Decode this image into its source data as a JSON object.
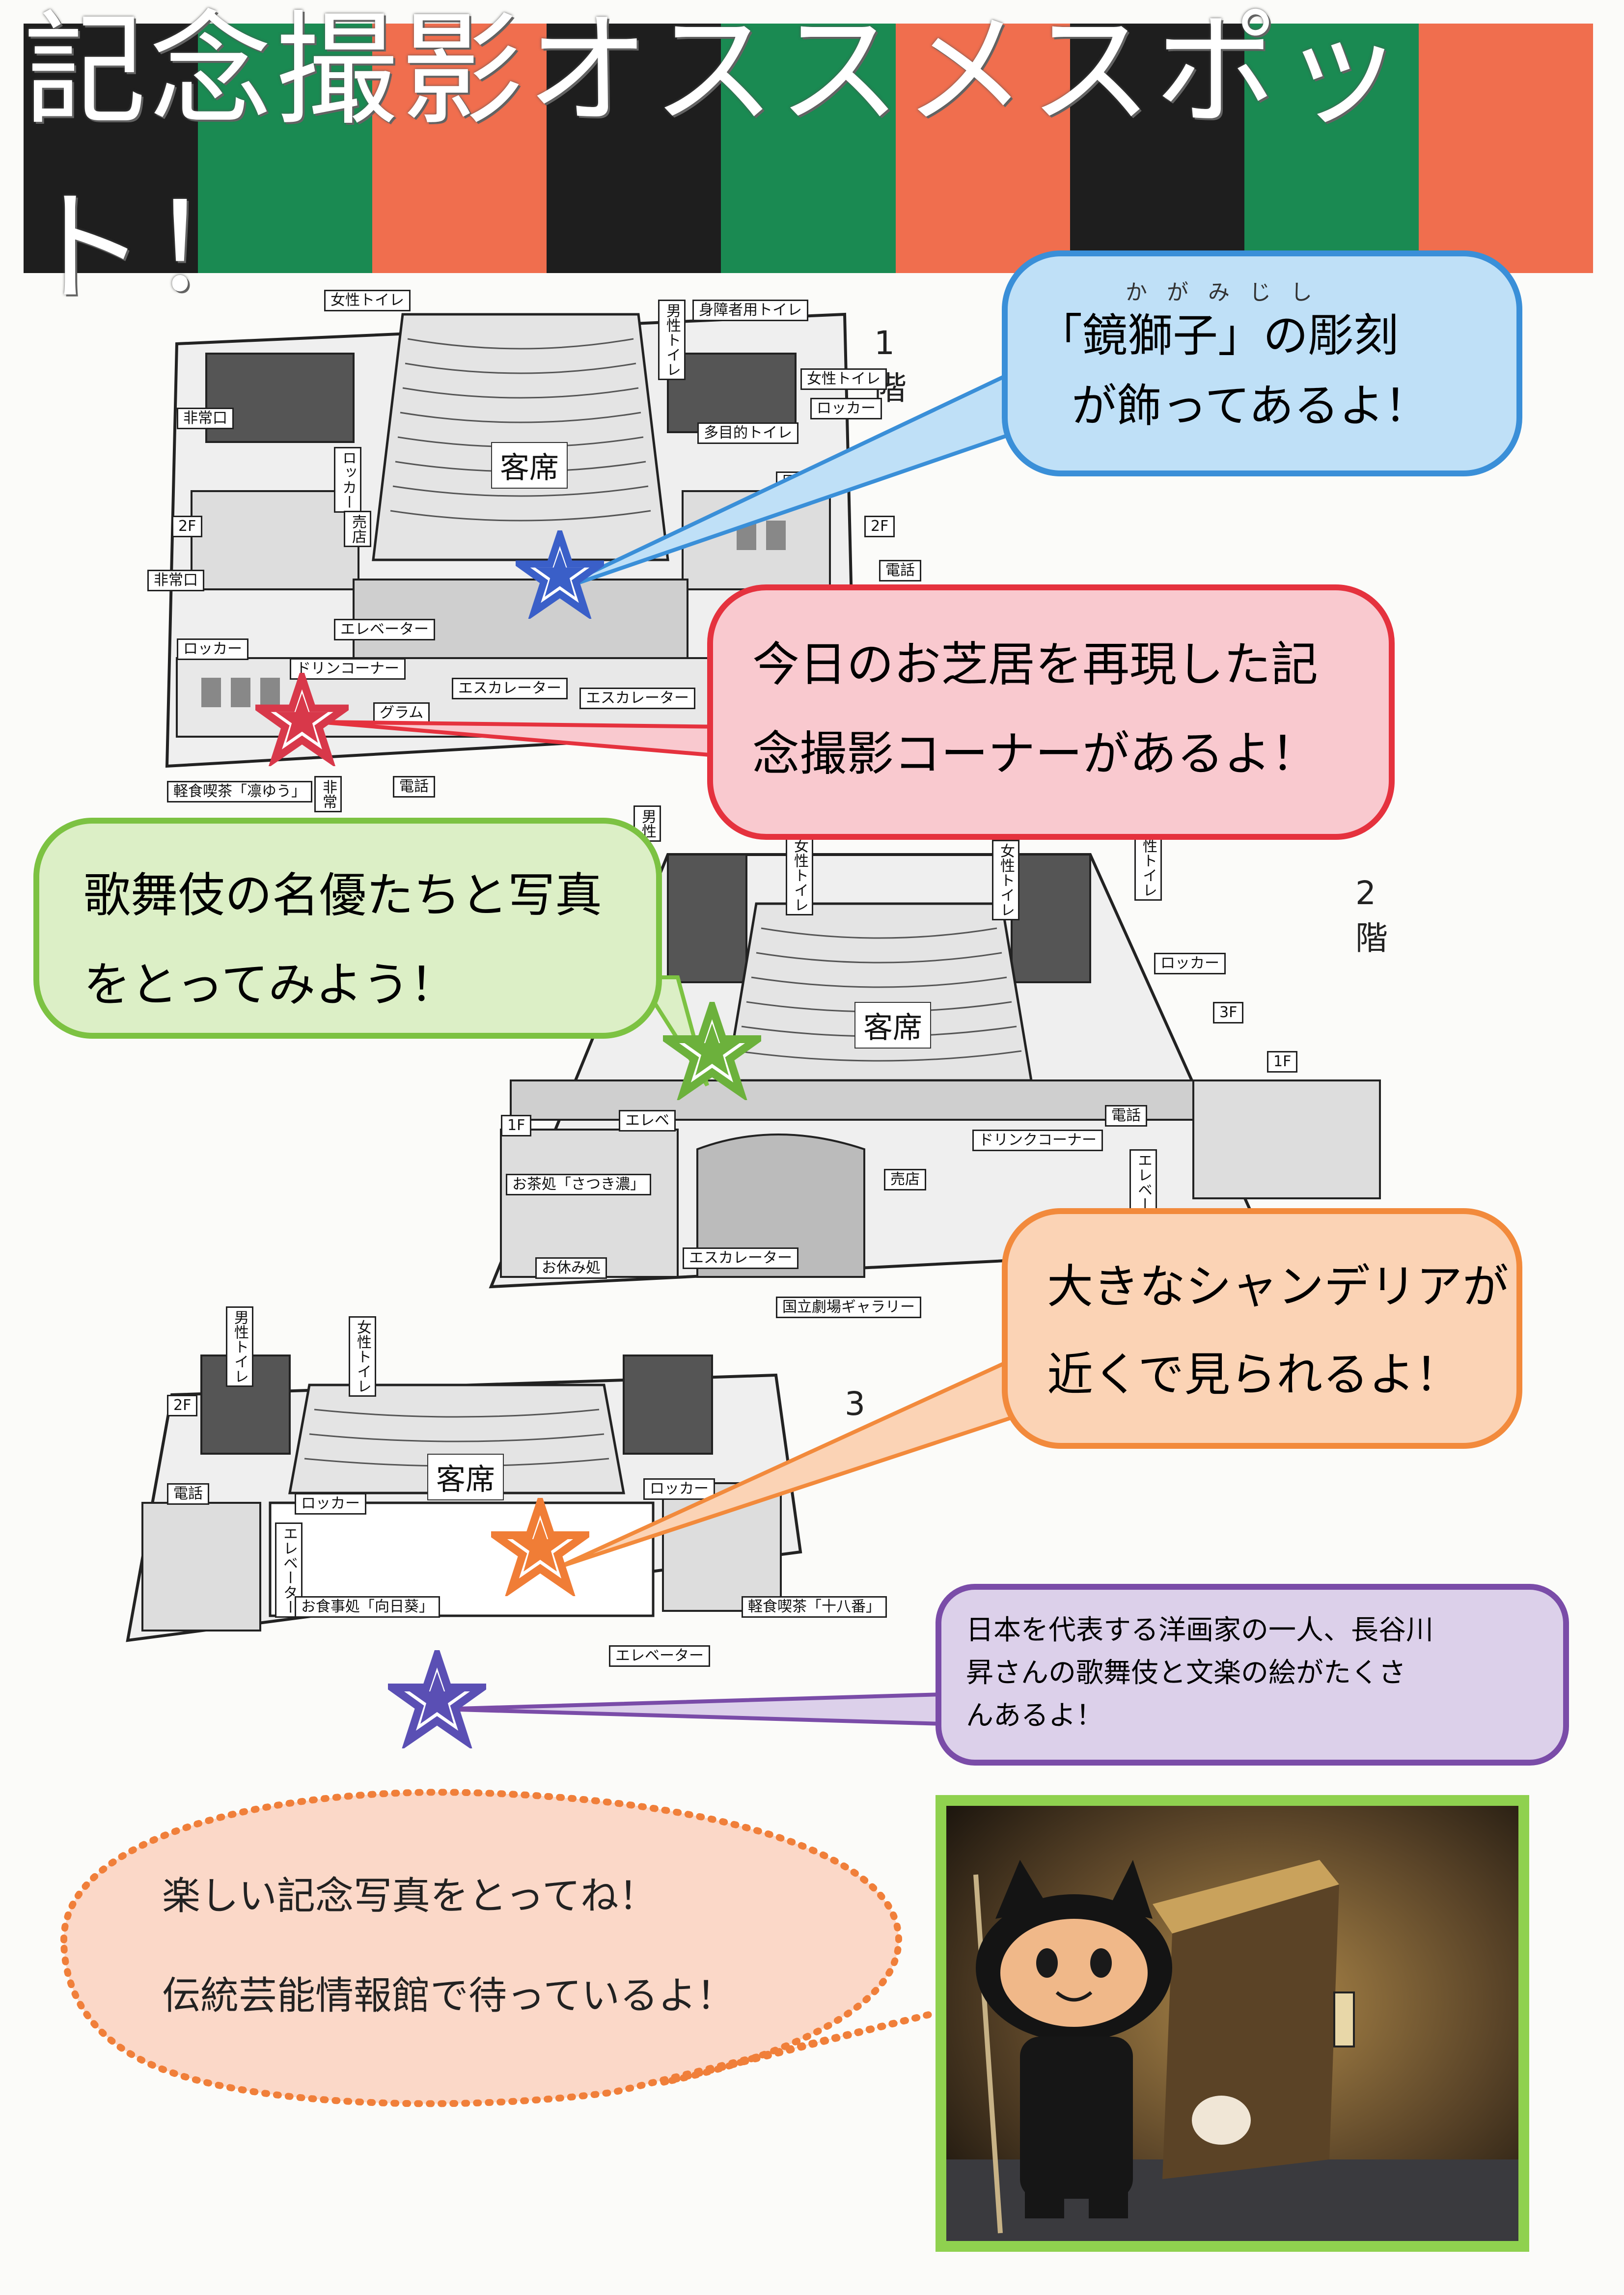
{
  "title": "記念撮影オススメスポット！",
  "floors": {
    "f1": "1階",
    "f2": "2階",
    "f3": "3階"
  },
  "map_labels": {
    "f1_women_toilet_left": "女性トイレ",
    "f1_men_toilet": "男性トイレ",
    "f1_accessible_toilet": "身障者用トイレ",
    "f1_women_toilet_right": "女性トイレ",
    "f1_locker_right": "ロッカー",
    "f1_multipurpose_toilet": "多目的トイレ",
    "f1_medical": "医務室",
    "f1_emergency_exit_top": "非常口",
    "f1_locker_left": "ロッカー",
    "f1_shop": "売店",
    "f1_2f_left": "2F",
    "f1_2f_right": "2F",
    "f1_emergency_exit_mid": "非常口",
    "f1_phone_right": "電話",
    "f1_locker_bottom": "ロッカー",
    "f1_elevator": "エレベーター",
    "f1_drink_corner": "ドリンコーナー",
    "f1_escalator_left": "エスカレーター",
    "f1_escalator_right": "エスカレーター",
    "f1_program": "グラム",
    "f1_cafe": "軽食喫茶「凛ゆう」",
    "f1_exit": "非常",
    "f1_phone_bottom": "電話",
    "f1_seats": "客席",
    "f2_men_toilet": "男性",
    "f2_women_toilet_left": "女性トイレ",
    "f2_women_toilet_right": "女性トイレ",
    "f2_men_toilet_right": "男性トイレ",
    "f2_seats": "客席",
    "f2_locker": "ロッカー",
    "f2_3f": "3F",
    "f2_1f_left": "1F",
    "f2_1f_right": "1F",
    "f2_elevator_left": "エレベ",
    "f2_drink_corner": "ドリンクコーナー",
    "f2_phone": "電話",
    "f2_elevator_right": "エレベーター",
    "f2_tea_house": "お茶処「さつき濃」",
    "f2_shop": "売店",
    "f2_rest_area": "お休み処",
    "f2_escalator": "エスカレーター",
    "f2_gallery": "国立劇場ギャラリー",
    "f3_men_toilet": "男性トイレ",
    "f3_women_toilet": "女性トイレ",
    "f3_2f": "2F",
    "f3_seats": "客席",
    "f3_locker_left": "ロッカー",
    "f3_locker_right": "ロッカー",
    "f3_phone": "電話",
    "f3_elevator_left": "エレベーター",
    "f3_restaurant": "お食事処「向日葵」",
    "f3_cafe": "軽食喫茶「十八番」",
    "f3_elevator_right": "エレベーター"
  },
  "bubbles": {
    "blue": {
      "ruby": "かがみじし",
      "line1": "「鏡獅子」の彫刻",
      "line2": "が飾ってあるよ！",
      "color": "#3a8fd8",
      "fill": "#bfe0f7"
    },
    "red": {
      "line1": "今日のお芝居を再現した記",
      "line2": "念撮影コーナーがあるよ！",
      "color": "#e5323e",
      "fill": "#f9c9cf"
    },
    "green": {
      "line1": "歌舞伎の名優たちと写真",
      "line2": "をとってみよう！",
      "color": "#7cc242",
      "fill": "#dcefc6"
    },
    "orange": {
      "line1": "大きなシャンデリアが",
      "line2": "近くで見られるよ！",
      "color": "#f28a3c",
      "fill": "#fbd3b5"
    },
    "purple": {
      "line1": "日本を代表する洋画家の一人、長谷川",
      "line2": "昇さんの歌舞伎と文楽の絵がたくさ",
      "line3": "んあるよ！",
      "color": "#7a4ca8",
      "fill": "#dcd0ea"
    },
    "dotted": {
      "line1": "楽しい記念写真をとってね！",
      "line2": "伝統芸能情報館で待っているよ！",
      "color": "#f07f3a",
      "fill": "#fbd8c8"
    }
  },
  "colors": {
    "stripe_black": "#1e1e1e",
    "stripe_green": "#1a8a52",
    "stripe_orange": "#f06e4e",
    "star_blue": "#3a5fc8",
    "star_red": "#d8384a",
    "star_green": "#6cb13c",
    "star_orange": "#f07d36",
    "star_purple": "#5a4fb4"
  },
  "icons": {
    "star": "star-icon"
  }
}
